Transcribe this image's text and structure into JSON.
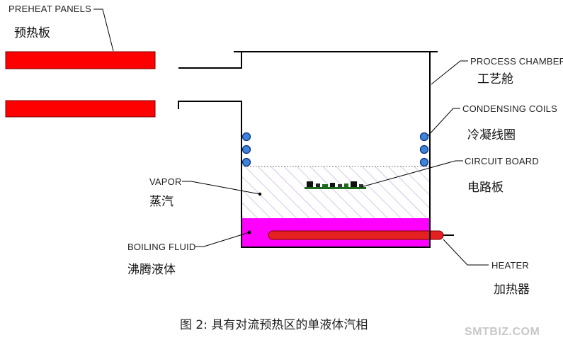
{
  "labels": {
    "preheat_panels_en": "PREHEAT PANELS",
    "preheat_panels_zh": "预热板",
    "process_chamber_en": "PROCESS CHAMBER",
    "process_chamber_zh": "工艺舱",
    "condensing_coils_en": "CONDENSING COILS",
    "condensing_coils_zh": "冷凝线圈",
    "circuit_board_en": "CIRCUIT BOARD",
    "circuit_board_zh": "电路板",
    "vapor_en": "VAPOR",
    "vapor_zh": "蒸汽",
    "boiling_fluid_en": "BOILING FLUID",
    "boiling_fluid_zh": "沸腾液体",
    "heater_en": "HEATER",
    "heater_zh": "加热器"
  },
  "caption": "图 2: 具有对流预热区的单液体汽相",
  "watermark": "SMTBIZ.COM",
  "colors": {
    "preheat_panel": "#ff0000",
    "heater": "#e52020",
    "boiling_fluid": "#ff00ff",
    "condensing_coil": "#3d84d8",
    "vapor_hatch": "#c3a8d8",
    "circuit_board": "#1e6b1e"
  }
}
